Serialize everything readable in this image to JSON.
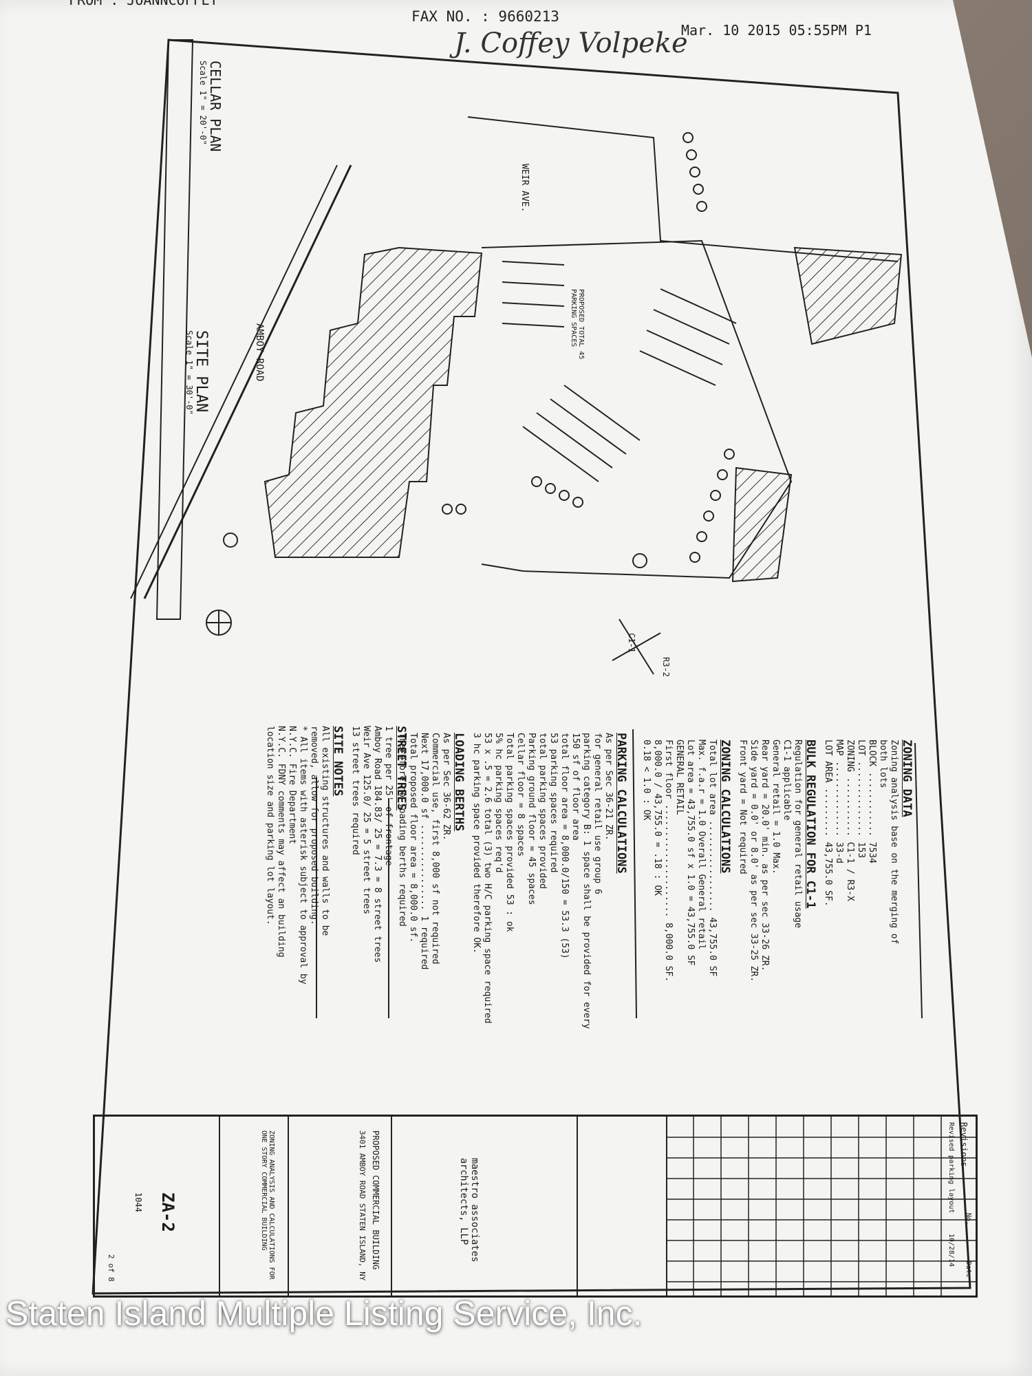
{
  "fax_header": {
    "from": "FROM : JOANNCOFFEY",
    "fax_no": "FAX NO. : 9660213",
    "timestamp": "Mar. 10 2015 05:55PM P1",
    "handwritten": "J. Coffey Volpeke"
  },
  "drawing": {
    "cellar_plan_title": "CELLAR PLAN",
    "cellar_scale": "Scale 1\" = 20'-0\"",
    "site_plan_title": "SITE PLAN",
    "site_scale": "Scale 1\" = 30'-0\"",
    "street_weir": "WEIR AVE.",
    "street_amboy": "AMBOY ROAD",
    "proposed_parking": "PROPOSED TOTAL 45 PARKING SPACES",
    "zone_labels": [
      "C1-1",
      "R3-2"
    ]
  },
  "notes": {
    "zoning_data_head": "ZONING DATA",
    "zoning_data_lines": [
      "Zoning analysis base on the merging of",
      "both lots",
      "BLOCK ............ 7534",
      "LOT .............. 153",
      "ZONING ........... C1-1 / R3-X",
      "MAP .............. 33-d",
      "LOT AREA ......... 43,755.0 SF."
    ],
    "bulk_head": "BULK REGULATION FOR C1-1",
    "bulk_lines": [
      "Regulation for general retail usage",
      "C1-1 applicable",
      "General retail = 1.0 Max.",
      "Rear yard = 20.0' min. as per sec 33-26 ZR.",
      "Side yard = 0.0' or 8.0' as per sec 33-25 ZR.",
      "Front yard = Not required"
    ],
    "zoning_calc_head": "ZONING CALCULATIONS",
    "zoning_calc_lines": [
      "Total lot area ................. 43,755.0 SF",
      "Max. f.a.r = 1.0 Overall General retail",
      "Lot area = 43,755.0 sf x 1.0 = 43,755.0 SF",
      "GENERAL RETAIL",
      "First floor ..................... 8,000.0 SF.",
      "8,000.0 / 43,755.0 = .18 : OK",
      "0.18 < 1.0 : OK"
    ],
    "parking_head": "PARKING CALCULATIONS",
    "parking_lines": [
      "As per Sec 36-21 ZR.",
      "for general retail use group 6",
      "parking category B: 1 space shall be provided for every",
      "150 sf of floor area",
      "total floor area = 8,000.0/150 = 53.3 (53)",
      "53 parking spaces required",
      "total parking spaces provided",
      "Parking ground floor = 45 spaces",
      "Cellar floor = 8 spaces",
      "Total parking spaces provided 53 : ok",
      "5% hc parking spaces req'd",
      "53 x .5 = 2.6 total (3) two H/C parking space required",
      "3 hc parking space provided therefore OK."
    ],
    "loading_head": "LOADING BERTHS",
    "loading_lines": [
      "As per Sec 36-62 ZR.",
      "Commercial use, first 8,000 sf not required",
      "Next 17,000.0 sf ................ 1 required",
      "Total proposed floor area = 8,000.0 sf.",
      "Therefore no loading berths required"
    ],
    "trees_head": "STREET TREES",
    "trees_lines": [
      "1 tree per 25' of frontage",
      "Amboy Road 184.83/ 25 = 7.3 = 8 street trees",
      "Weir Ave 125.0/ 25 = 5 street trees",
      "13 street trees required"
    ],
    "site_notes_head": "SITE NOTES",
    "site_notes_lines": [
      "All existing structures and walls to be",
      "removed, allow for proposed building.",
      "* All items with asterisk subject to approval by",
      "N.Y.C. Fire Department",
      "N.Y.C. FDNY comments may affect an building",
      "location size and parking lot layout."
    ]
  },
  "title_block": {
    "revisions_head": "Revisions",
    "no_label": "No.",
    "date_label": "Date",
    "revision_1": "Revised parking layout",
    "revision_1_date": "10/28/14",
    "architect": "maestro associates architects, LLP",
    "project": "PROPOSED COMMERCIAL BUILDING",
    "address": "3401 AMBOY ROAD STATEN ISLAND, NY",
    "drawing_title": "ZONING ANALYSIS AND CALCULATIONS FOR ONE STORY COMMERCIAL BUILDING",
    "drawing_no": "ZA-2",
    "job_no": "1044",
    "sheet": "2 of 8"
  },
  "watermark": "Staten Island Multiple Listing Service, Inc."
}
